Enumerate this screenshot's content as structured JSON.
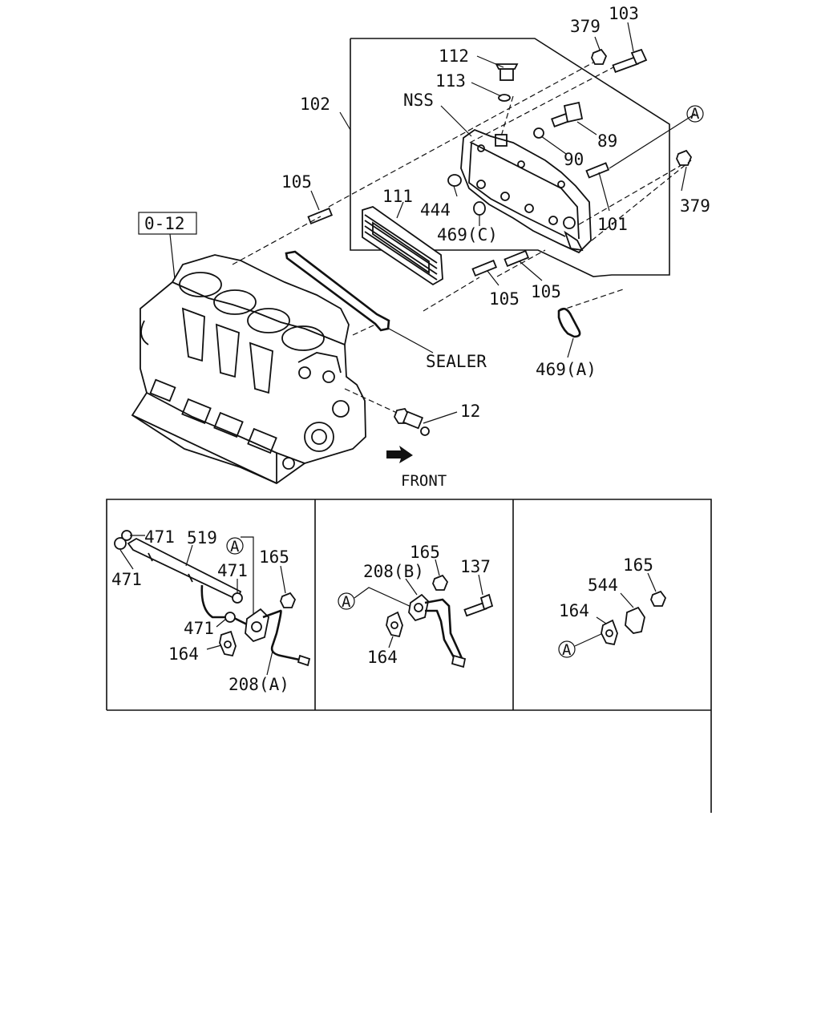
{
  "main": {
    "callouts": {
      "c379a": "379",
      "c103": "103",
      "c112": "112",
      "c113": "113",
      "c102": "102",
      "cNSS": "NSS",
      "c89": "89",
      "c90": "90",
      "c105a": "105",
      "c111": "111",
      "c444": "444",
      "c469c": "469(C)",
      "c101": "101",
      "c379b": "379",
      "c012": "0-12",
      "c105b": "105",
      "c105c": "105",
      "cSealer": "SEALER",
      "c469a": "469(A)",
      "c12": "12",
      "cFront": "FRONT",
      "cRefA": "A"
    }
  },
  "panel_left": {
    "c471a": "471",
    "c519": "519",
    "c471b": "471",
    "c471c": "471",
    "c471d": "471",
    "c165": "165",
    "c164": "164",
    "c208a": "208(A)",
    "cRefA": "A"
  },
  "panel_mid": {
    "c165": "165",
    "c208b": "208(B)",
    "c137": "137",
    "c164": "164",
    "cRefA": "A"
  },
  "panel_right": {
    "c165": "165",
    "c544": "544",
    "c164": "164",
    "cRefA": "A"
  }
}
